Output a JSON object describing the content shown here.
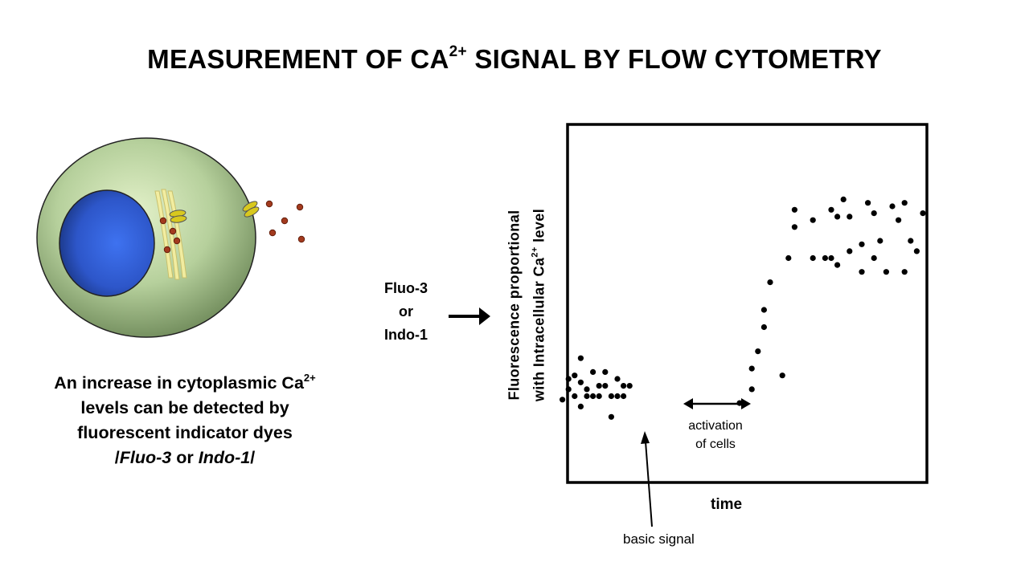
{
  "title": {
    "main": "MEASUREMENT OF CA",
    "superscript": "2+",
    "rest": " SIGNAL BY FLOW CYTOMETRY"
  },
  "cell_caption": {
    "line1_pre": "An increase in cytoplasmic Ca",
    "line1_sup": "2+",
    "line2": "levels can be detected by",
    "line3": "fluorescent indicator dyes",
    "line4_pre": "/",
    "line4_dye1": "Fluo-3",
    "line4_mid": " or ",
    "line4_dye2": "Indo-1",
    "line4_post": "/"
  },
  "dye_label": {
    "line1": "Fluo-3",
    "line2": "or",
    "line3": "Indo-1"
  },
  "plot": {
    "ylabel_line1": "Fluorescence proportional",
    "ylabel_line2_pre": "with Intracellular Ca",
    "ylabel_line2_sup": "2+",
    "ylabel_line2_post": " level",
    "xlabel": "time",
    "annotation_activation_line1": "activation",
    "annotation_activation_line2": "of cells",
    "annotation_basic": "basic signal"
  },
  "colors": {
    "cytoplasm": "#9fbf8a",
    "nucleus": "#2f5fd6",
    "golgi": "#f4eea0",
    "calcium": "#a23a1e",
    "vesicle": "#d8c81e"
  },
  "chart_data": {
    "type": "scatter",
    "title": "",
    "xlabel": "time",
    "ylabel": "Fluorescence proportional with Intracellular Ca2+ level",
    "points": [
      [
        1,
        24
      ],
      [
        2,
        27
      ],
      [
        2,
        30
      ],
      [
        3,
        25
      ],
      [
        3,
        31
      ],
      [
        4,
        29
      ],
      [
        4,
        22
      ],
      [
        4,
        36
      ],
      [
        5,
        27
      ],
      [
        5,
        25
      ],
      [
        6,
        32
      ],
      [
        6,
        25
      ],
      [
        7,
        28
      ],
      [
        7,
        25
      ],
      [
        8,
        32
      ],
      [
        8,
        28
      ],
      [
        9,
        25
      ],
      [
        9,
        19
      ],
      [
        10,
        30
      ],
      [
        10,
        25
      ],
      [
        11,
        28
      ],
      [
        11,
        25
      ],
      [
        12,
        28
      ],
      [
        30,
        23
      ],
      [
        32,
        33
      ],
      [
        32,
        27
      ],
      [
        33,
        38
      ],
      [
        34,
        45
      ],
      [
        34,
        50
      ],
      [
        35,
        58
      ],
      [
        37,
        31
      ],
      [
        38,
        65
      ],
      [
        39,
        74
      ],
      [
        39,
        79
      ],
      [
        42,
        65
      ],
      [
        42,
        76
      ],
      [
        44,
        65
      ],
      [
        45,
        79
      ],
      [
        45,
        65
      ],
      [
        46,
        77
      ],
      [
        46,
        63
      ],
      [
        47,
        82
      ],
      [
        48,
        67
      ],
      [
        48,
        77
      ],
      [
        50,
        61
      ],
      [
        50,
        69
      ],
      [
        51,
        81
      ],
      [
        52,
        65
      ],
      [
        52,
        78
      ],
      [
        53,
        70
      ],
      [
        54,
        61
      ],
      [
        55,
        80
      ],
      [
        56,
        76
      ],
      [
        57,
        61
      ],
      [
        57,
        81
      ],
      [
        58,
        70
      ],
      [
        59,
        67
      ],
      [
        60,
        78
      ]
    ]
  }
}
